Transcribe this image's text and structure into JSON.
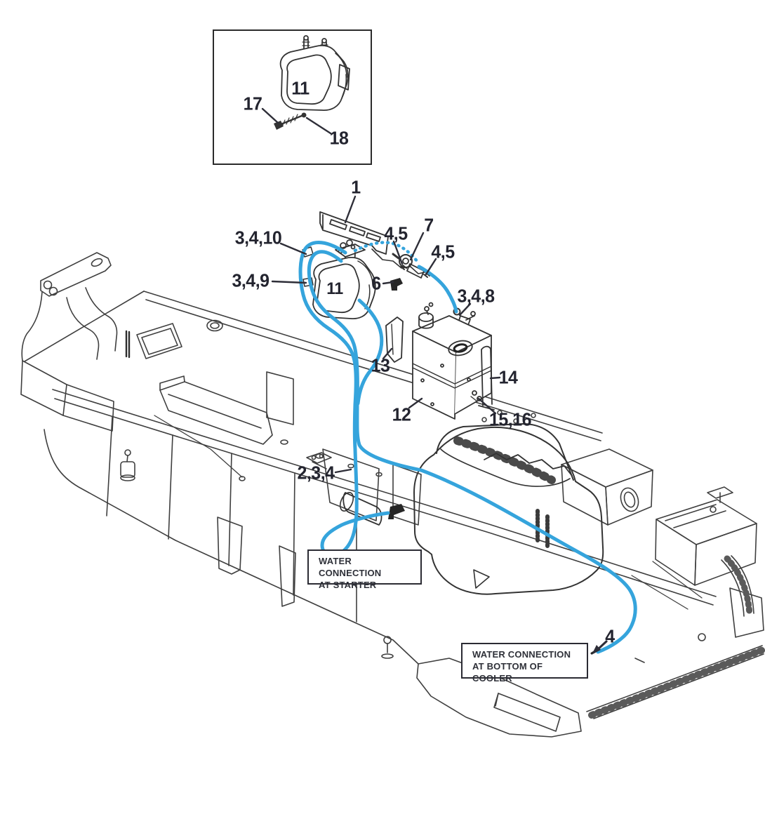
{
  "diagram": {
    "type": "parts-diagram",
    "subject": "Chassis water heater system hose routing parts view",
    "colors": {
      "hose_blue": "#35A4DC",
      "line_dark": "#3f3f3f",
      "label_text": "#23242f"
    },
    "callouts": [
      {
        "id": "mounting-plate",
        "text": "1"
      },
      {
        "id": "hose-clamps-upper",
        "text": "3,4,10"
      },
      {
        "id": "fitting-upper",
        "text": "4,5"
      },
      {
        "id": "thermostat",
        "text": "7"
      },
      {
        "id": "fitting-right",
        "text": "4,5"
      },
      {
        "id": "elbow-fitting",
        "text": "6"
      },
      {
        "id": "hose-clamps-lower",
        "text": "3,4,9"
      },
      {
        "id": "tank-fitting",
        "text": "3,4,8"
      },
      {
        "id": "pump-main",
        "text": "11"
      },
      {
        "id": "tank-bracket",
        "text": "13"
      },
      {
        "id": "tank",
        "text": "12"
      },
      {
        "id": "tank-strap",
        "text": "14"
      },
      {
        "id": "strap-hardware",
        "text": "15,16"
      },
      {
        "id": "mid-hose-clamps",
        "text": "2,3,4"
      },
      {
        "id": "cooler-hose",
        "text": "4"
      },
      {
        "id": "inset-pump",
        "text": "11"
      },
      {
        "id": "inset-screw",
        "text": "17"
      },
      {
        "id": "inset-washer",
        "text": "18"
      }
    ],
    "notes": [
      {
        "id": "starter",
        "line1": "WATER CONNECTION",
        "line2": "AT STARTER"
      },
      {
        "id": "cooler",
        "line1": "WATER CONNECTION",
        "line2": "AT BOTTOM OF COOLER"
      }
    ]
  }
}
